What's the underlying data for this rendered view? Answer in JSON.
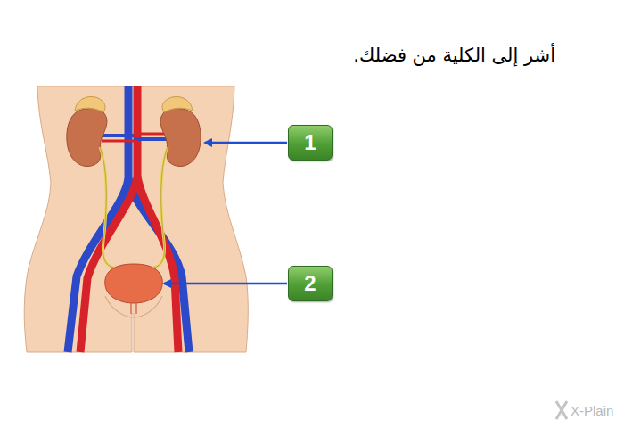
{
  "diagram": {
    "title": "أشر إلى الكلية من فضلك.",
    "nodes": [
      {
        "text": [
          "1"
        ]
      },
      {
        "text": [
          "2"
        ]
      }
    ],
    "labels": [
      "X-Plain"
    ]
  }
}
